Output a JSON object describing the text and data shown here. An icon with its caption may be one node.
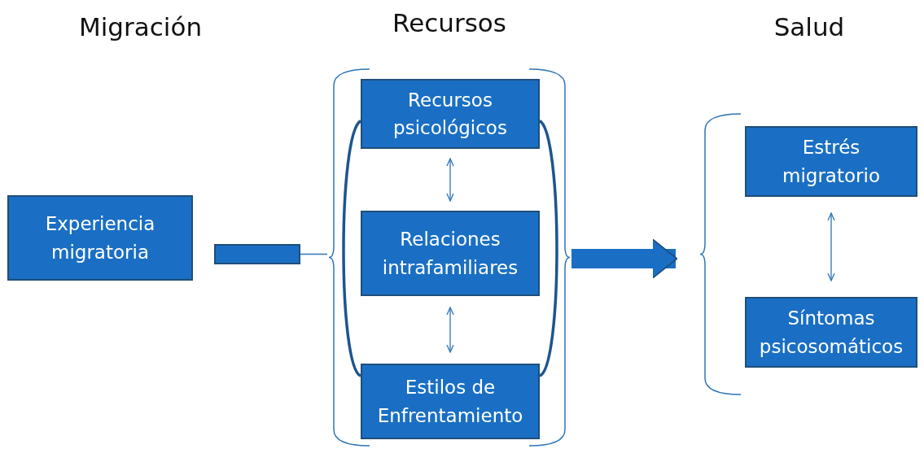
{
  "diagram": {
    "nodes": [
      {
        "text": [
          "Experiencia migratoria"
        ]
      },
      {
        "text": [],
        "shape": "bar"
      },
      {
        "text": [
          "Recursos"
        ]
      },
      {
        "text": [
          "Recursos psicológicos"
        ],
        "in": 2
      },
      {
        "text": [
          "Relaciones intrafamiliares"
        ],
        "in": 2
      },
      {
        "text": [
          "Estilos de Enfrentamiento"
        ],
        "in": 2
      },
      {
        "text": [
          "Salud"
        ]
      },
      {
        "text": [
          "Estrés migratorio"
        ],
        "in": 6
      },
      {
        "text": [
          "Síntomas psicosomáticos"
        ],
        "in": 6
      }
    ],
    "edges": [
      {
        "from": 1,
        "to": 2,
        "arrow": "none"
      },
      {
        "from": 2,
        "to": 6,
        "arrow": "to",
        "style": "thick"
      },
      {
        "from": 3,
        "to": 4,
        "arrow": "both"
      },
      {
        "from": 4,
        "to": 5,
        "arrow": "both"
      },
      {
        "from": 3,
        "to": 5,
        "arrow": "none",
        "style": "thick",
        "color": "#1d5590"
      },
      {
        "from": 3,
        "to": 5,
        "arrow": "none",
        "style": "thick",
        "color": "#1d5590"
      },
      {
        "from": 7,
        "to": 8,
        "arrow": "both"
      }
    ],
    "labels": [
      "Migración"
    ]
  }
}
